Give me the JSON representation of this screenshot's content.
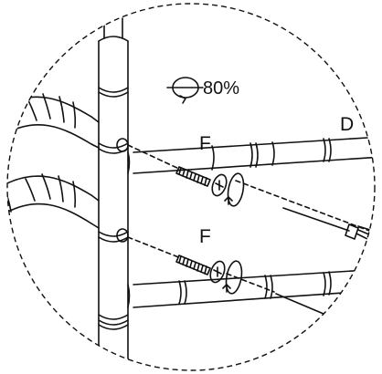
{
  "diagram": {
    "torque_setting": "80%",
    "part_labels": {
      "screw_upper": "F",
      "screw_lower": "F",
      "rail": "D"
    },
    "icons": {
      "torque": "rotation-torque-icon",
      "rotate_upper": "rotate-clockwise-icon",
      "rotate_lower": "rotate-clockwise-icon",
      "screwdriver": "screwdriver-icon"
    },
    "colors": {
      "line": "#111111",
      "background": "#ffffff"
    }
  }
}
